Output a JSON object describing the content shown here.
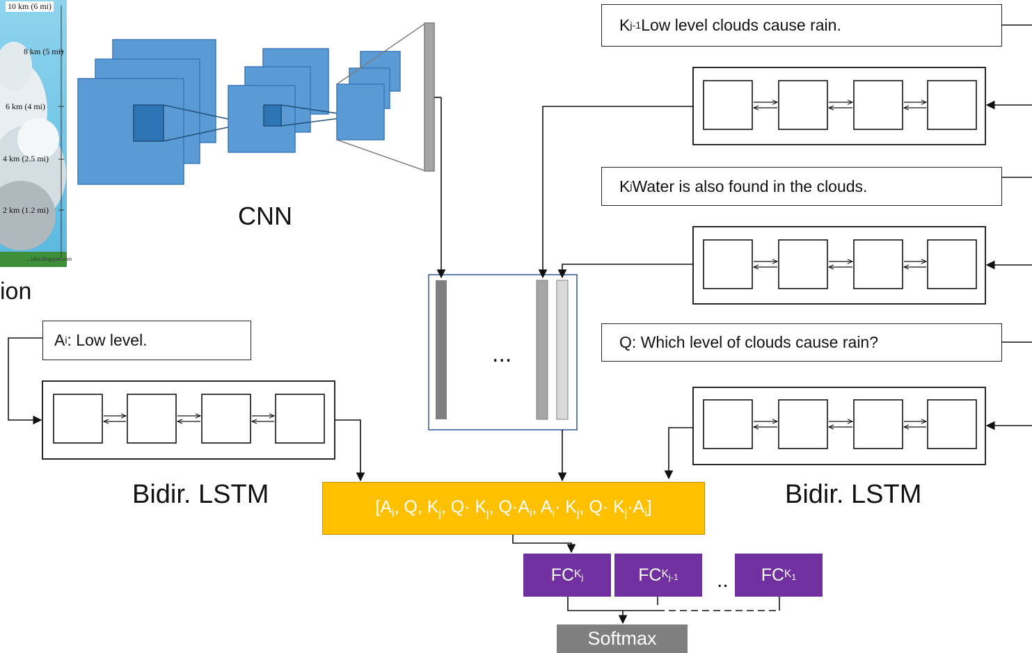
{
  "image_panel": {
    "altitudes": [
      "10 km (6 mi)",
      "8 km (5 mi)",
      "6 km (4 mi)",
      "4 km (2.5 mi)",
      "2 km (1.2 mi)"
    ],
    "watermark": "...inkz.blogspot.com",
    "caption_fragment": "ion"
  },
  "cnn": {
    "label": "CNN"
  },
  "knowledge": {
    "k_prev": {
      "prefix": "K",
      "sub": "j-1",
      "text": " Low level clouds cause rain."
    },
    "k_curr": {
      "prefix": "K",
      "sub": "j",
      "text": " Water is also found in the clouds."
    }
  },
  "question": {
    "text": "Q: Which level of clouds cause rain?"
  },
  "answer": {
    "prefix": "A",
    "sub": "i",
    "text": ": Low level."
  },
  "lstm_labels": {
    "left": "Bidir. LSTM",
    "right": "Bidir. LSTM"
  },
  "concat_panel": {
    "ellipsis": "..."
  },
  "combined": {
    "open": "[A",
    "s1": "i",
    "p1": ", Q, K",
    "s2": "j",
    "p2": ", Q· K",
    "s3": "j",
    "p3": ", Q·A",
    "s4": "i",
    "p4": ", A",
    "s5": "i",
    "p5": "· K",
    "s6": "j",
    "p6": ", Q· K",
    "s7": "j",
    "p7": "·A",
    "s8": "i",
    "close": "]"
  },
  "fc_blocks": {
    "fc1": {
      "base": "FC",
      "sub": "K",
      "subsub": "j"
    },
    "fc2": {
      "base": "FC",
      "sub": "K",
      "subsub": "j-1"
    },
    "fc3": {
      "base": "FC",
      "sub": "K",
      "subsub": "1"
    },
    "dots": ".."
  },
  "softmax": {
    "label": "Softmax"
  },
  "colors": {
    "cnn_blue": "#5b9bd5",
    "cnn_dark": "#2e75b6",
    "combined_yellow": "#ffc000",
    "fc_purple": "#7030a0",
    "softmax_gray": "#7f7f7f",
    "panel_border": "#2e5597"
  }
}
